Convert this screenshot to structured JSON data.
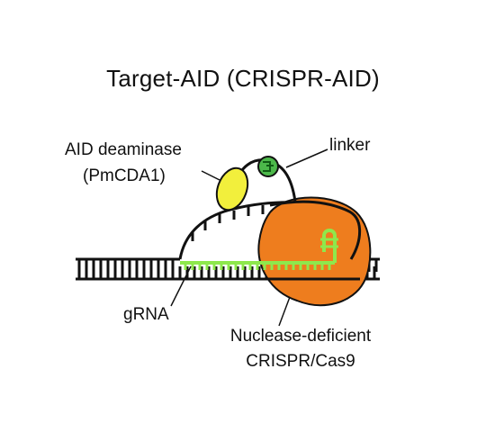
{
  "title": "Target-AID (CRISPR-AID)",
  "labels": {
    "deaminase_line1": "AID deaminase",
    "deaminase_line2": "(PmCDA1)",
    "linker": "linker",
    "grna": "gRNA",
    "cas9_line1": "Nuclease-deficient",
    "cas9_line2": "CRISPR/Cas9"
  },
  "colors": {
    "cas9": "#ee7d1e",
    "deaminase": "#f2ef3c",
    "linker": "#4cb84a",
    "grna": "#8ee84c",
    "dna": "#111111"
  },
  "icons": {
    "deaminase": "yellow-oval",
    "linker": "green-circle",
    "cas9": "orange-blob"
  }
}
